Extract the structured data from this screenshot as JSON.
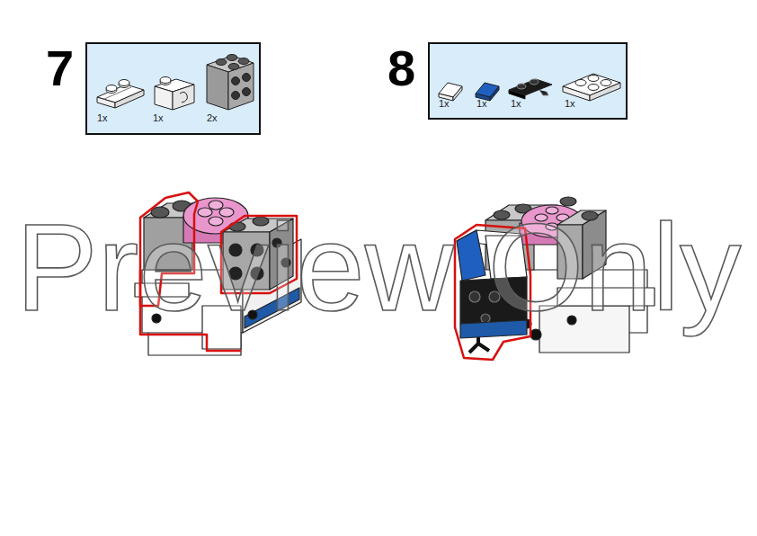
{
  "diagram": {
    "nodes": [
      {
        "text": [
          "7",
          "1x",
          "1x",
          "2x"
        ]
      },
      {
        "text": [
          "8",
          "1x",
          "1x",
          "1x",
          "1x"
        ]
      }
    ],
    "labels": [
      "Preview Only"
    ]
  }
}
